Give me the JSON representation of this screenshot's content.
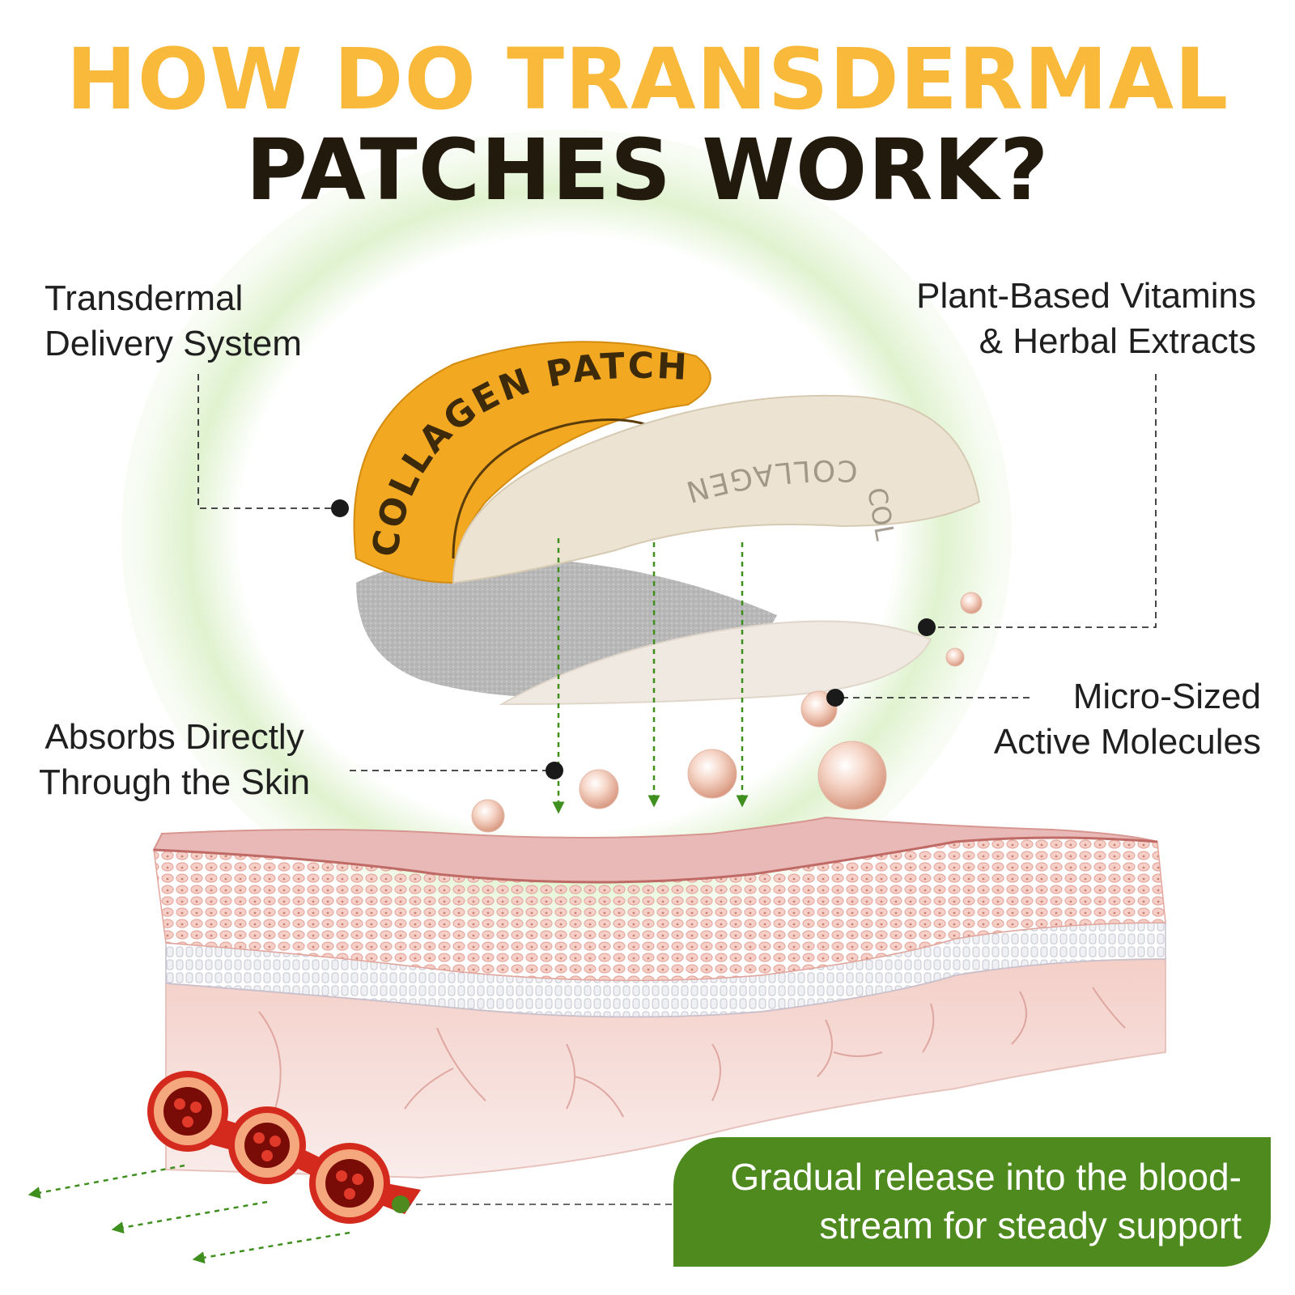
{
  "title": {
    "line1": "HOW DO TRANSDERMAL",
    "line2": "PATCHES WORK?",
    "line1_color": "#F9B93A",
    "line2_color": "#231A0E"
  },
  "patch": {
    "front_text": "COLLAGEN PATCH",
    "back_text": "COLLAGEN",
    "back_text_tail": "COL",
    "front_color": "#F2A820",
    "back_color": "#EDE3D2",
    "gauze_color": "#B4B4B4"
  },
  "labels": {
    "delivery": [
      "Transdermal",
      "Delivery System"
    ],
    "vitamins": [
      "Plant-Based Vitamins",
      "& Herbal Extracts"
    ],
    "absorbs": [
      "Absorbs Directly",
      "Through the Skin"
    ],
    "molecules": [
      "Micro-Sized",
      "Active Molecules"
    ]
  },
  "release": {
    "line1": "Gradual release into the blood-",
    "line2": "stream for steady support",
    "bg_color": "#4E8A1E"
  },
  "colors": {
    "arrow_green": "#3F8F1F",
    "skin_top": "#E9B9B7",
    "skin_cells": "#F3C3BB",
    "dermis": "#F7E3E0",
    "vessel_red": "#D42A1E",
    "leader_line": "#333333"
  }
}
